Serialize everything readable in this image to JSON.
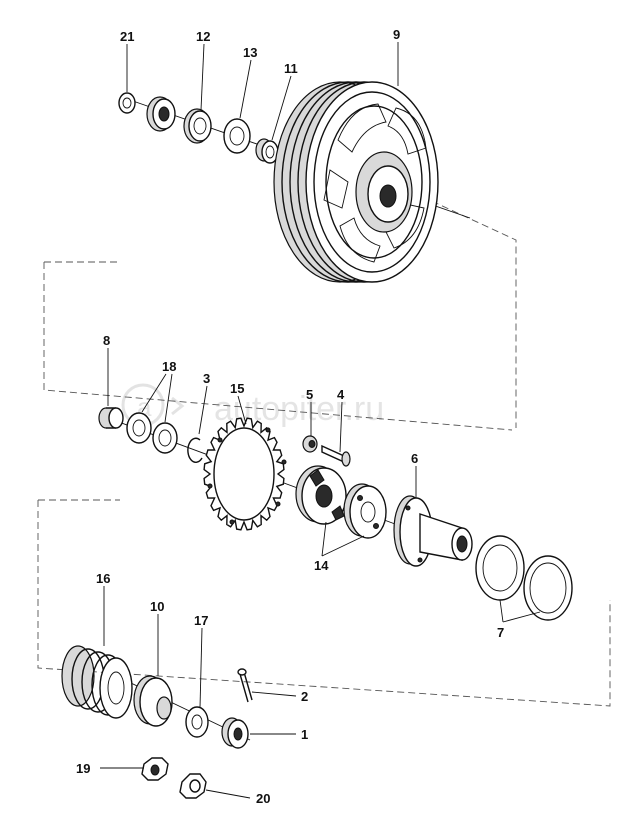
{
  "watermark": "autopiter.ru",
  "callouts": [
    {
      "id": "c21",
      "text": "21"
    },
    {
      "id": "c12",
      "text": "12"
    },
    {
      "id": "c13",
      "text": "13"
    },
    {
      "id": "c11",
      "text": "11"
    },
    {
      "id": "c9",
      "text": "9"
    },
    {
      "id": "c8",
      "text": "8"
    },
    {
      "id": "c18",
      "text": "18"
    },
    {
      "id": "c3",
      "text": "3"
    },
    {
      "id": "c15",
      "text": "15"
    },
    {
      "id": "c5",
      "text": "5"
    },
    {
      "id": "c4",
      "text": "4"
    },
    {
      "id": "c6",
      "text": "6"
    },
    {
      "id": "c14",
      "text": "14"
    },
    {
      "id": "c7",
      "text": "7"
    },
    {
      "id": "c16",
      "text": "16"
    },
    {
      "id": "c10",
      "text": "10"
    },
    {
      "id": "c17",
      "text": "17"
    },
    {
      "id": "c2",
      "text": "2"
    },
    {
      "id": "c1",
      "text": "1"
    },
    {
      "id": "c19",
      "text": "19"
    },
    {
      "id": "c20",
      "text": "20"
    }
  ]
}
